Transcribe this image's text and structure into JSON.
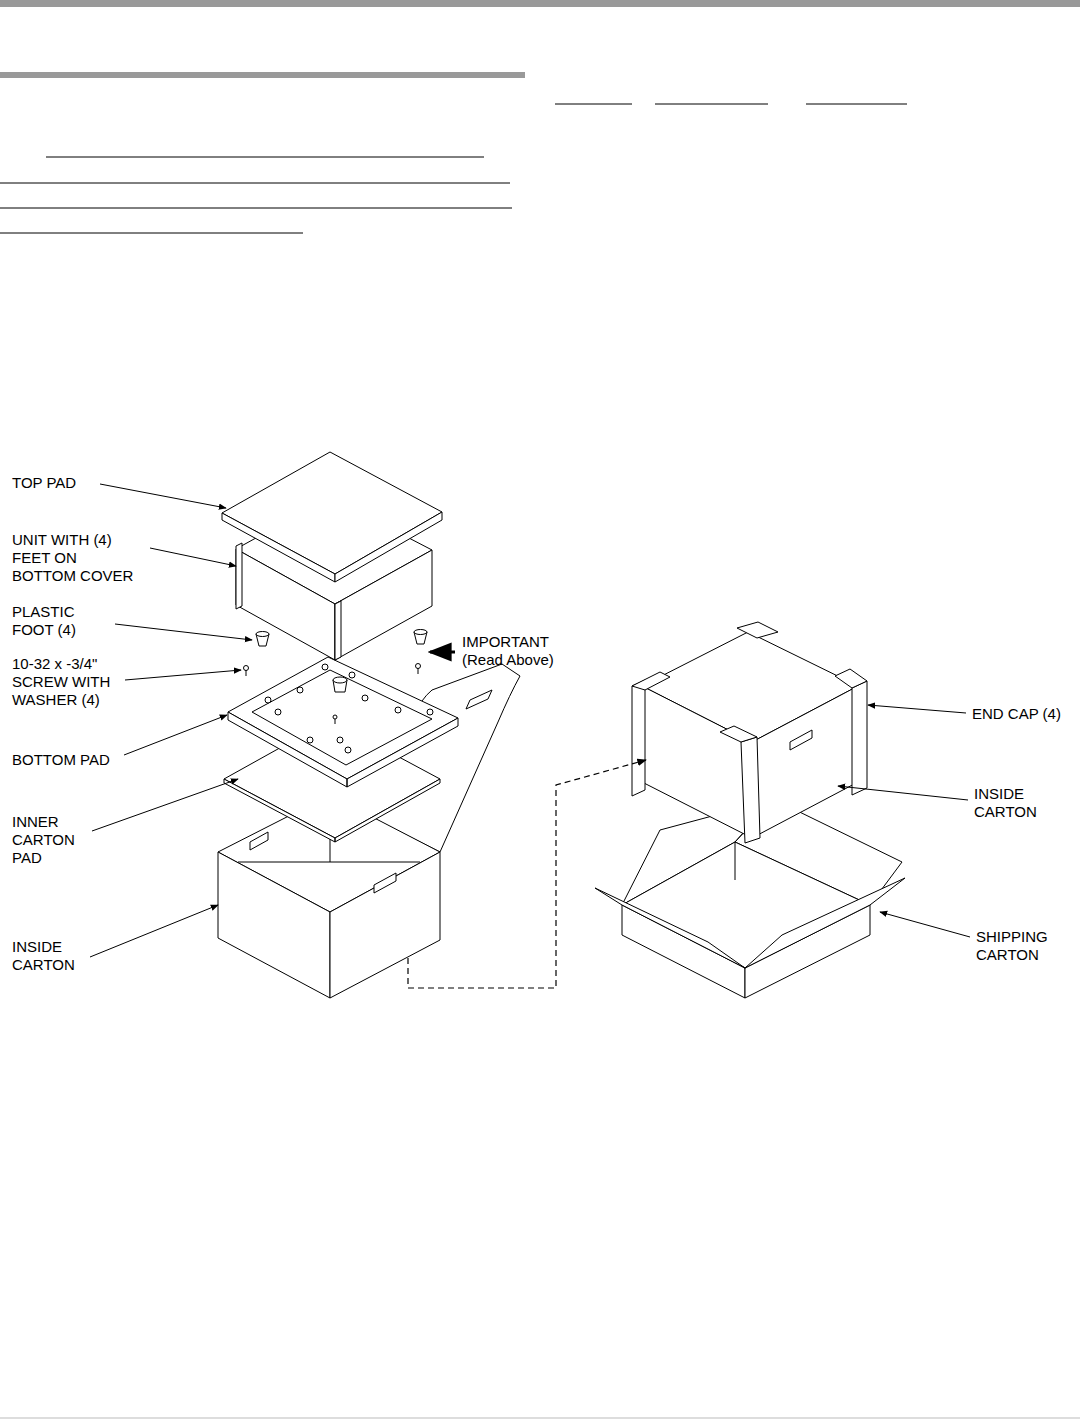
{
  "diagram": {
    "labels": [
      "TOP PAD",
      "UNIT WITH (4) FEET ON BOTTOM COVER",
      "PLASTIC FOOT (4)",
      "10-32 x -3/4\" SCREW WITH WASHER (4)",
      "IMPORTANT (Read Above)",
      "BOTTOM PAD",
      "INNER CARTON PAD",
      "INSIDE CARTON",
      "END CAP (4)",
      "INSIDE CARTON",
      "SHIPPING CARTON"
    ]
  }
}
